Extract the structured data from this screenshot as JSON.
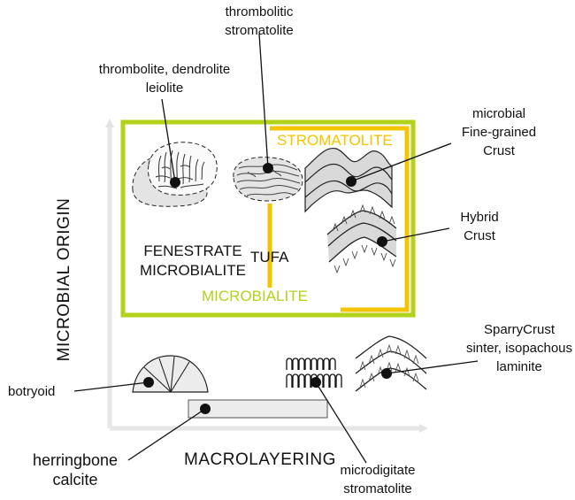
{
  "axes": {
    "y_label": "MICROBIAL ORIGIN",
    "x_label": "MACROLAYERING"
  },
  "regions": {
    "microbialite": "MICROBIALITE",
    "stromatolite": "STROMATOLITE",
    "tufa": "TUFA",
    "fenestrate": [
      "FENESTRATE",
      "MICROBIALITE"
    ]
  },
  "labels": {
    "thrombolitic_stromatolite": [
      "thrombolitic",
      "stromatolite"
    ],
    "thrombolite": [
      "thrombolite, dendrolite",
      "leiolite"
    ],
    "fine_grained": [
      "microbial",
      "Fine-grained",
      "Crust"
    ],
    "hybrid": [
      "Hybrid",
      "Crust"
    ],
    "sparry": [
      "SparryCrust",
      "sinter, isopachous",
      "laminite"
    ],
    "botryoid": "botryoid",
    "herringbone": [
      "herringbone",
      "calcite"
    ],
    "microdigitate": [
      "microdigitate",
      "stromatolite"
    ]
  },
  "colors": {
    "microbialite_box": "#b3d21a",
    "stromatolite_box": "#f5c400",
    "axis": "#e6e6e6"
  }
}
